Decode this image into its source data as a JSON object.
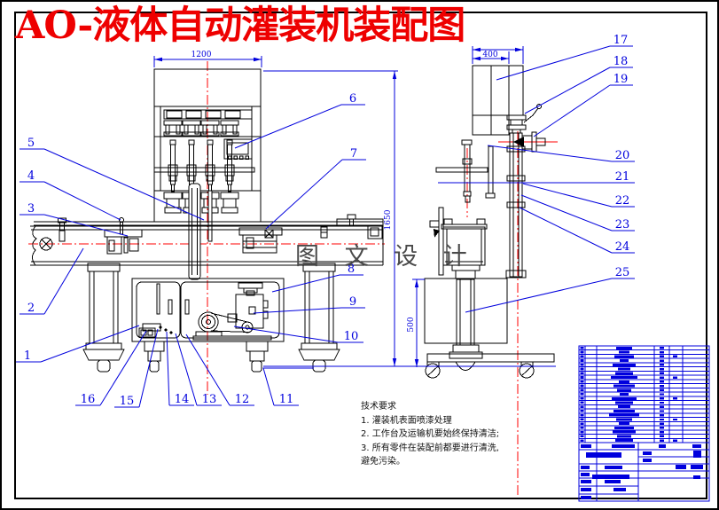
{
  "title": "AO-液体自动灌装机装配图",
  "watermark": "图 文 设 计",
  "callouts": [
    "1",
    "2",
    "3",
    "4",
    "5",
    "6",
    "7",
    "8",
    "9",
    "10",
    "11",
    "12",
    "13",
    "14",
    "15",
    "16",
    "17",
    "18",
    "19",
    "20",
    "21",
    "22",
    "23",
    "24",
    "25"
  ],
  "dimensions": {
    "front_width": "1200",
    "front_height": "1650",
    "side_width": "400",
    "cart_height": "500"
  },
  "tech_requirements": {
    "heading": "技术要求",
    "items": [
      "1. 灌装机表面喷漆处理",
      "2. 工作台及运输机要始终保持清洁;",
      "3. 所有零件在装配前都要进行清洗,",
      "避免污染。"
    ]
  },
  "colors": {
    "drawing_line": "#000000",
    "annotation_blue": "#0000dd",
    "centerline_red": "#ff0000",
    "title_red": "#ee0000",
    "watermark_gray": "#4a4a4a"
  }
}
